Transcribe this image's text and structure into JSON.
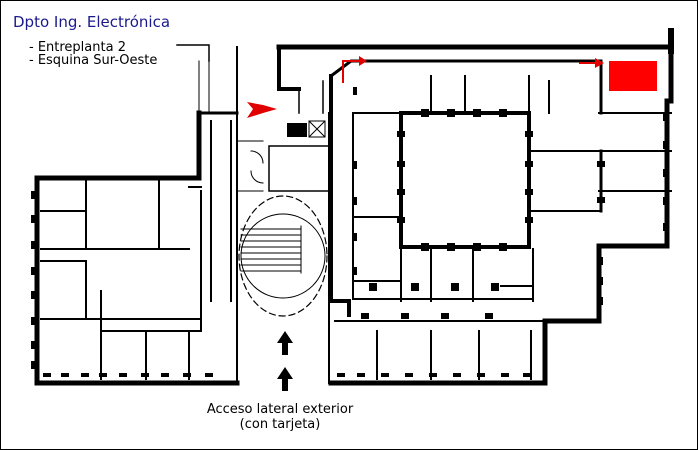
{
  "title": "Dpto Ing. Electrónica",
  "location": {
    "line1": "- Entreplanta 2",
    "line2": "- Esquina Sur-Oeste"
  },
  "access": {
    "line1": "Acceso lateral exterior",
    "line2": "(con tarjeta)"
  },
  "colors": {
    "background": "#ffffff",
    "title": "#1a1a8c",
    "walls": "#000000",
    "highlight": "#ff0000"
  },
  "markers": {
    "entrance_arrow": "red-arrow-icon",
    "route_arrows": "red-bent-arrow-icon",
    "destination": "red-room-highlight",
    "access_arrows": "black-up-arrow-icon"
  }
}
